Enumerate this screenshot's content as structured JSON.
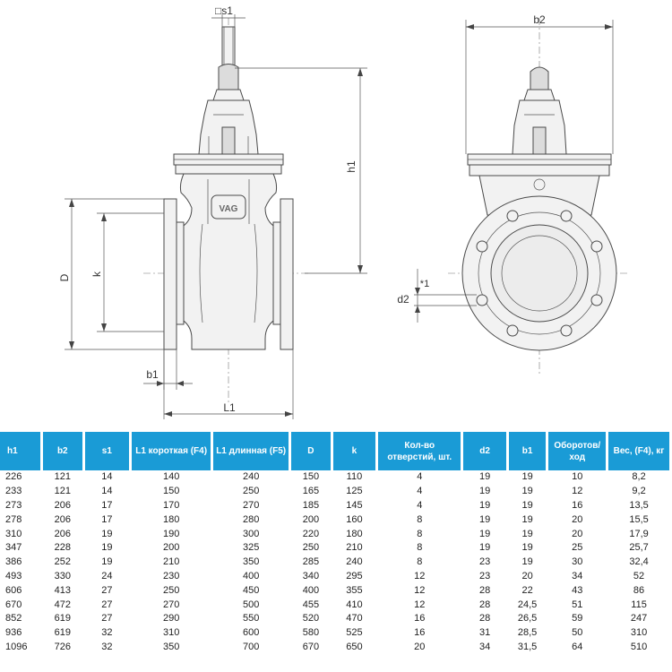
{
  "drawing": {
    "labels": {
      "s1": "□s1",
      "b2": "b2",
      "h1": "h1",
      "D": "D",
      "k": "k",
      "b1": "b1",
      "L1": "L1",
      "d2": "d2",
      "star": "*1",
      "logo": "VAG"
    }
  },
  "table": {
    "headers": [
      "h1",
      "b2",
      "s1",
      "L1 короткая (F4)",
      "L1 длинная (F5)",
      "D",
      "k",
      "Кол-во отверстий, шт.",
      "d2",
      "b1",
      "Оборотов/ ход",
      "Вес, (F4), кг"
    ],
    "rows": [
      [
        "226",
        "121",
        "14",
        "140",
        "240",
        "150",
        "110",
        "4",
        "19",
        "19",
        "10",
        "8,2"
      ],
      [
        "233",
        "121",
        "14",
        "150",
        "250",
        "165",
        "125",
        "4",
        "19",
        "19",
        "12",
        "9,2"
      ],
      [
        "273",
        "206",
        "17",
        "170",
        "270",
        "185",
        "145",
        "4",
        "19",
        "19",
        "16",
        "13,5"
      ],
      [
        "278",
        "206",
        "17",
        "180",
        "280",
        "200",
        "160",
        "8",
        "19",
        "19",
        "20",
        "15,5"
      ],
      [
        "310",
        "206",
        "19",
        "190",
        "300",
        "220",
        "180",
        "8",
        "19",
        "19",
        "20",
        "17,9"
      ],
      [
        "347",
        "228",
        "19",
        "200",
        "325",
        "250",
        "210",
        "8",
        "19",
        "19",
        "25",
        "25,7"
      ],
      [
        "386",
        "252",
        "19",
        "210",
        "350",
        "285",
        "240",
        "8",
        "23",
        "19",
        "30",
        "32,4"
      ],
      [
        "493",
        "330",
        "24",
        "230",
        "400",
        "340",
        "295",
        "12",
        "23",
        "20",
        "34",
        "52"
      ],
      [
        "606",
        "413",
        "27",
        "250",
        "450",
        "400",
        "355",
        "12",
        "28",
        "22",
        "43",
        "86"
      ],
      [
        "670",
        "472",
        "27",
        "270",
        "500",
        "455",
        "410",
        "12",
        "28",
        "24,5",
        "51",
        "115"
      ],
      [
        "852",
        "619",
        "27",
        "290",
        "550",
        "520",
        "470",
        "16",
        "28",
        "26,5",
        "59",
        "247"
      ],
      [
        "936",
        "619",
        "32",
        "310",
        "600",
        "580",
        "525",
        "16",
        "31",
        "28,5",
        "50",
        "310"
      ],
      [
        "1096",
        "726",
        "32",
        "350",
        "700",
        "670",
        "650",
        "20",
        "34",
        "31,5",
        "64",
        "510"
      ]
    ]
  },
  "colors": {
    "header_bg": "#1a9bd6",
    "header_text": "#ffffff"
  }
}
